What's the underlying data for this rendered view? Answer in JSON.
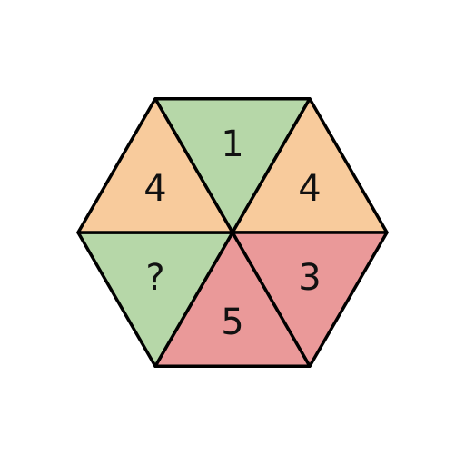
{
  "puzzle": {
    "colors": {
      "orange": "#f8cb9c",
      "green": "#b6d7a8",
      "red": "#ea9999",
      "stroke": "#000000"
    },
    "triangles": [
      {
        "id": "top",
        "label": "1",
        "color": "#b6d7a8"
      },
      {
        "id": "upper-right",
        "label": "4",
        "color": "#f8cb9c"
      },
      {
        "id": "lower-right",
        "label": "3",
        "color": "#ea9999"
      },
      {
        "id": "bottom",
        "label": "5",
        "color": "#ea9999"
      },
      {
        "id": "lower-left",
        "label": "?",
        "color": "#b6d7a8"
      },
      {
        "id": "upper-left",
        "label": "4",
        "color": "#f8cb9c"
      }
    ]
  }
}
